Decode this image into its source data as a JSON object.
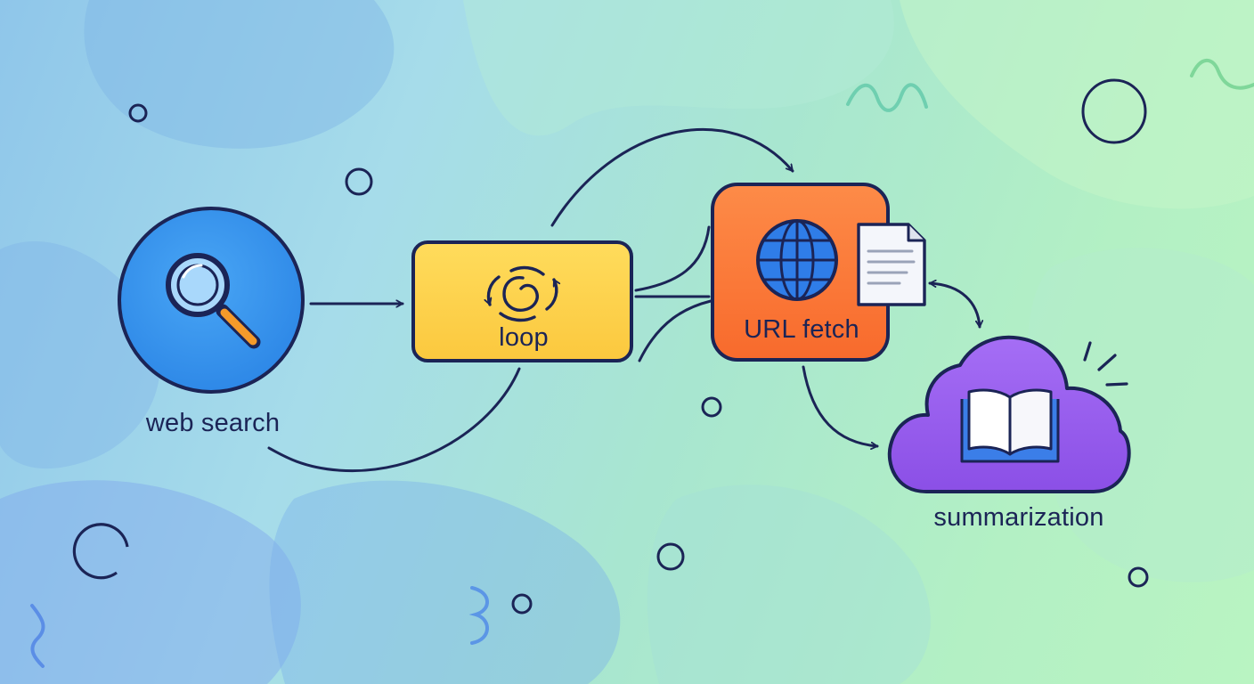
{
  "nodes": {
    "web_search": {
      "label": "web search",
      "color": "#3b97ee"
    },
    "loop": {
      "label": "loop",
      "color": "#fdd24c"
    },
    "url_fetch": {
      "label": "URL fetch",
      "color": "#fb7a3a"
    },
    "summarization": {
      "label": "summarization",
      "color": "#9a5ef0"
    }
  },
  "colors": {
    "stroke": "#1b2456",
    "accent_orange": "#f59a2a",
    "globe_blue": "#2f7de8"
  }
}
